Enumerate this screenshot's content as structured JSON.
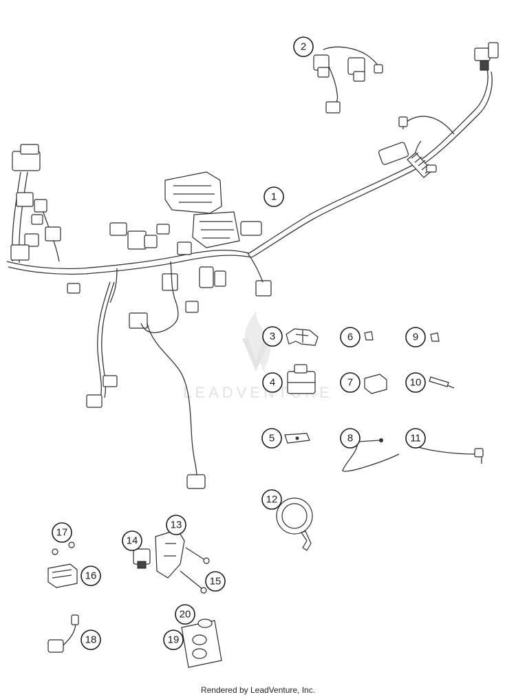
{
  "watermark": {
    "text": "LEADVENTURE"
  },
  "callouts": [
    "1",
    "2",
    "3",
    "4",
    "5",
    "6",
    "7",
    "8",
    "9",
    "10",
    "11",
    "12",
    "13",
    "14",
    "15",
    "16",
    "17",
    "18",
    "19",
    "20"
  ],
  "footer": {
    "text": "Rendered by LeadVenture, Inc."
  }
}
